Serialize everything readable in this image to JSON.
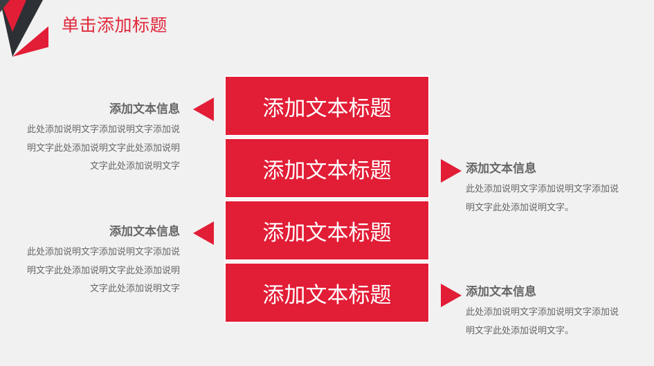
{
  "header": {
    "title": "单击添加标题"
  },
  "boxes": [
    {
      "label": "添加文本标题"
    },
    {
      "label": "添加文本标题"
    },
    {
      "label": "添加文本标题"
    },
    {
      "label": "添加文本标题"
    }
  ],
  "left_items": [
    {
      "heading": "添加文本信息",
      "text": "此处添加说明文字添加说明文字添加说明文字此处添加说明文字此处添加说明文字此处添加说明文字"
    },
    {
      "heading": "添加文本信息",
      "text": "此处添加说明文字添加说明文字添加说明文字此处添加说明文字此处添加说明文字此处添加说明文字"
    }
  ],
  "right_items": [
    {
      "heading": "添加文本信息",
      "text": "此处添加说明文字添加说明文字添加说明文字此处添加说明文字。"
    },
    {
      "heading": "添加文本信息",
      "text": "此处添加说明文字添加说明文字添加说明文字此处添加说明文字。"
    }
  ],
  "colors": {
    "accent": "#e21d36",
    "dark": "#2d3035",
    "text": "#666666",
    "background": "#f1f1f1"
  }
}
